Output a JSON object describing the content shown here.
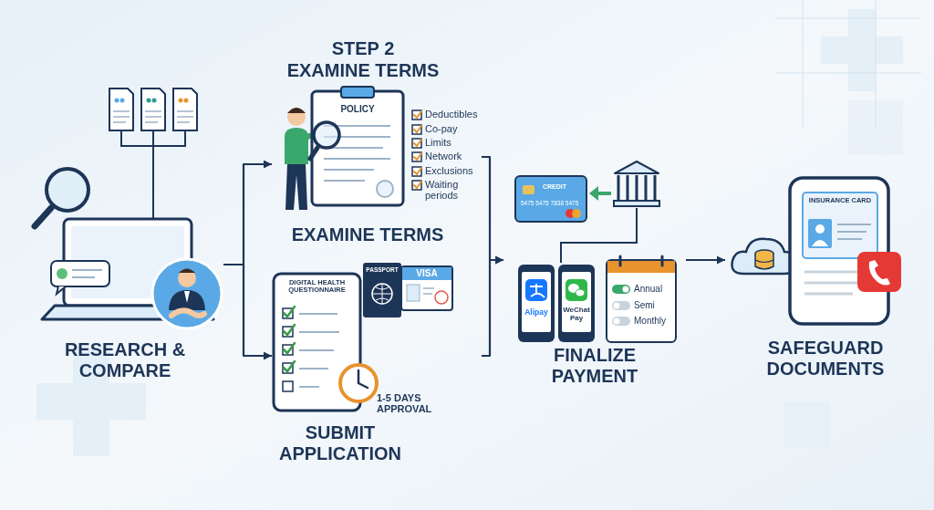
{
  "diagram": {
    "nodes": [
      {
        "text": [
          "RESEARCH & COMPARE"
        ]
      },
      {
        "text": [
          "STEP 2",
          "EXAMINE TERMS",
          "EXAMINE TERMS"
        ]
      },
      {
        "text": [
          "SUBMIT APPLICATION"
        ]
      },
      {
        "text": [
          "FINALIZE PAYMENT"
        ]
      },
      {
        "text": [
          "SAFEGUARD DOCUMENTS"
        ]
      }
    ],
    "edges": [
      {
        "from": 0,
        "to": 1,
        "arrow": "to"
      },
      {
        "from": 0,
        "to": 2,
        "arrow": "to"
      },
      {
        "from": 1,
        "to": 3,
        "arrow": "to"
      },
      {
        "from": 2,
        "to": 3,
        "arrow": "to"
      },
      {
        "from": 3,
        "to": 4,
        "arrow": "to"
      }
    ],
    "labels": [
      "POLICY",
      "Deductibles",
      "Co-pay",
      "Limits",
      "Network",
      "Exclusions",
      "Waiting periods",
      "DIGITAL HEALTH QUESTIONNAIRE",
      "PASSPORT",
      "VISA",
      "1-5 DAYS APPROVAL",
      "CREDIT",
      "5475 5475 7838 5475",
      "Alipay",
      "WeChat Pay",
      "Annual",
      "Semi",
      "Monthly",
      "INSURANCE CARD"
    ]
  }
}
